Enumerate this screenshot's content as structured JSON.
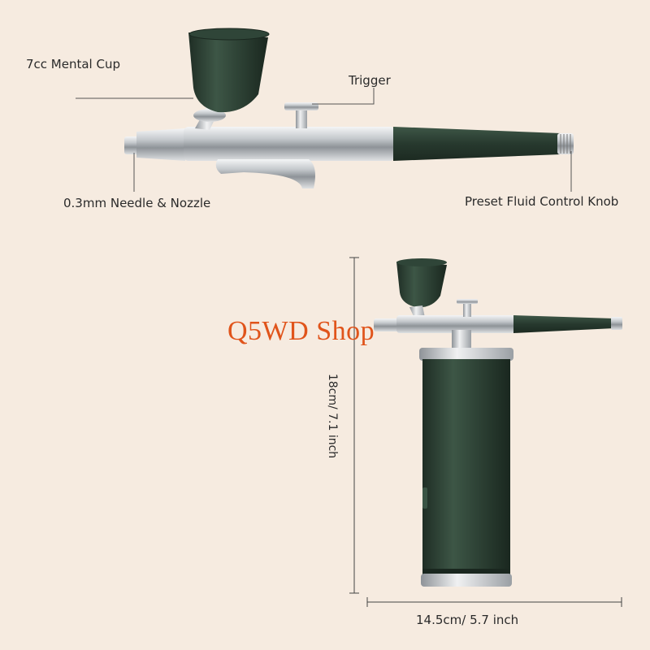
{
  "callouts": {
    "cup": "7cc Mental Cup",
    "trigger": "Trigger",
    "needle": "0.3mm Needle & Nozzle",
    "knob": "Preset Fluid Control Knob"
  },
  "dimensions": {
    "height": "18cm/ 7.1 inch",
    "width": "14.5cm/ 5.7 inch"
  },
  "watermark": "Q5WD Shop",
  "colors": {
    "background": "#f6ebe0",
    "body_green": "#2b3f33",
    "chrome": "#c9ccd0",
    "watermark": "#e0541b"
  }
}
